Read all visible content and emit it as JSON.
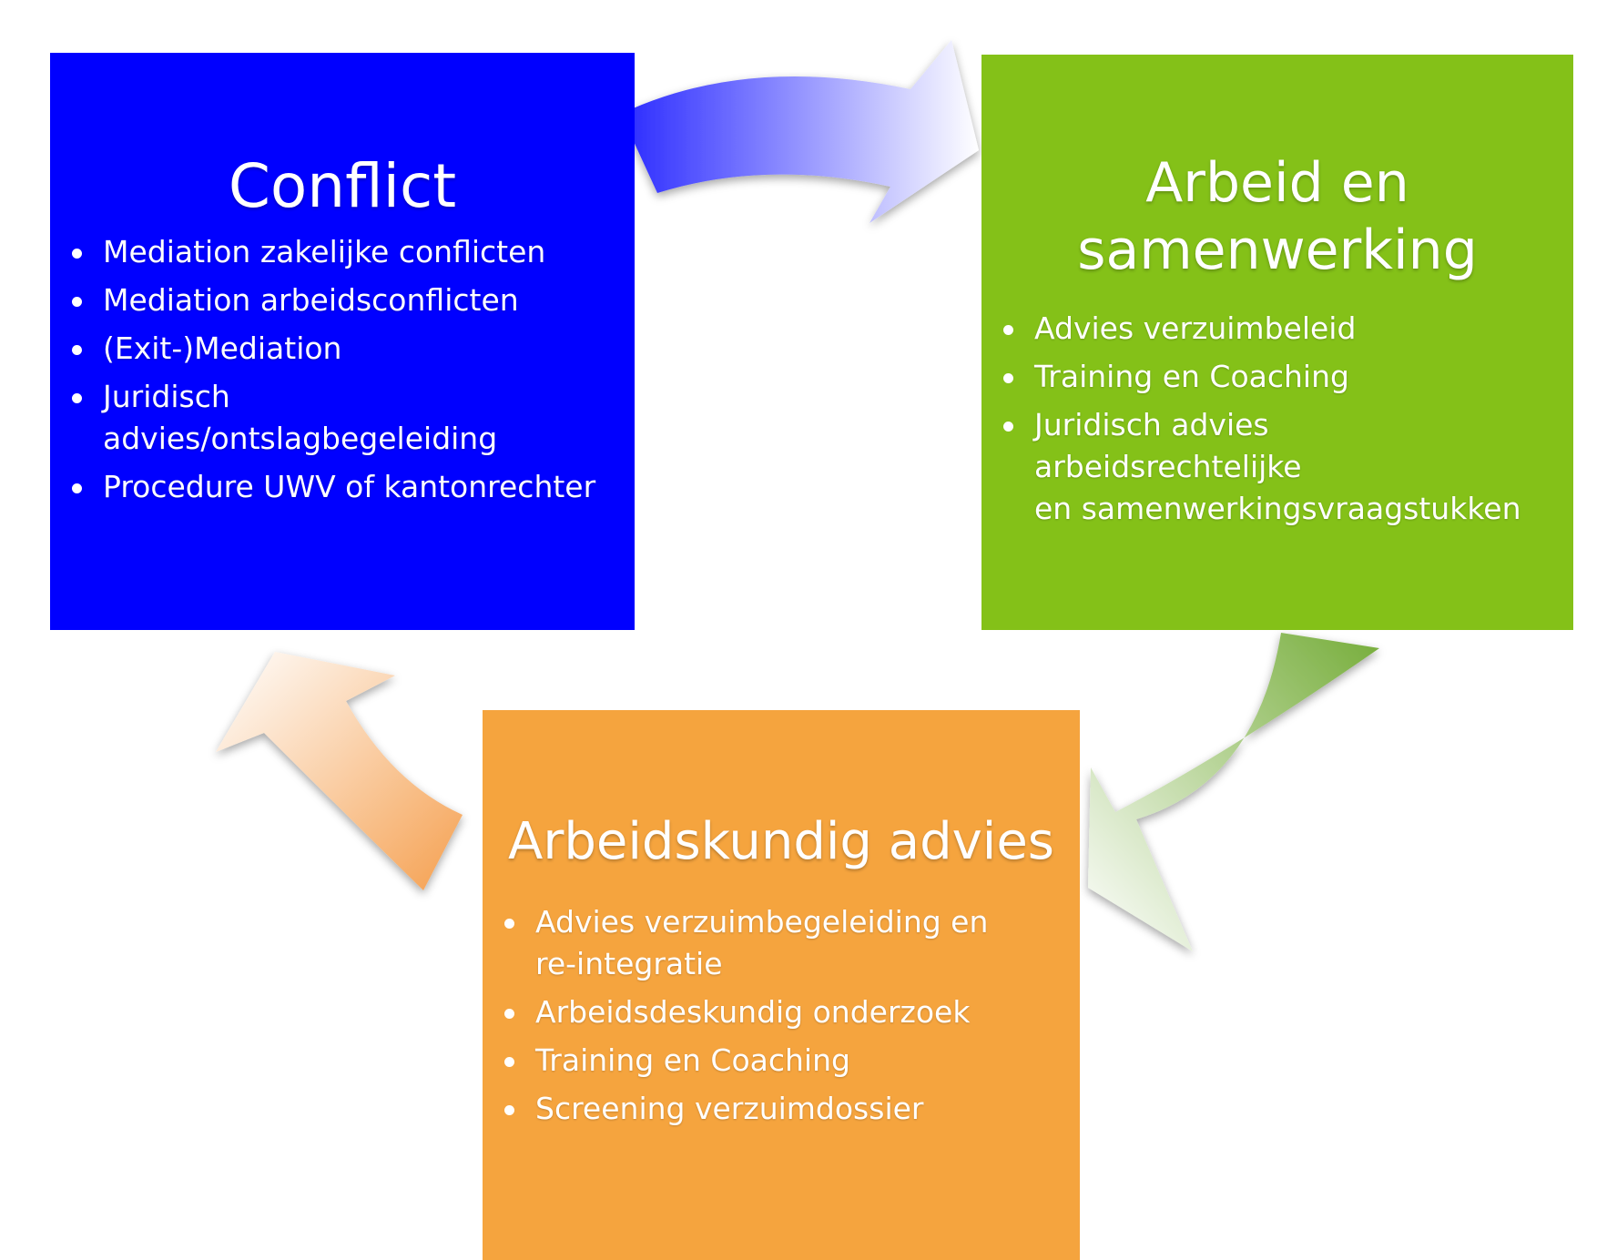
{
  "boxes": {
    "conflict": {
      "title": "Conflict",
      "color": "#0000ff",
      "items": [
        "Mediation zakelijke conflicten",
        "Mediation arbeidsconflicten",
        "(Exit-)Mediation",
        "Juridisch\nadvies/ontslagbegeleiding",
        "Procedure UWV of kantonrechter"
      ]
    },
    "arbeid": {
      "title": "Arbeid en\nsamenwerking",
      "color": "#84c118",
      "items": [
        "Advies verzuimbeleid",
        "Training en Coaching",
        "Juridisch advies\narbeidsrechtelijke\nen samenwerkingsvraagstukken"
      ]
    },
    "advies": {
      "title": "Arbeidskundig advies",
      "color": "#f5a43e",
      "items": [
        "Advies verzuimbegeleiding en\nre-integratie",
        "Arbeidsdeskundig onderzoek",
        "Training en Coaching",
        "Screening verzuimdossier"
      ]
    }
  },
  "arrows": [
    {
      "from": "conflict",
      "to": "arbeid",
      "color": "#3333ff",
      "icon": "curved-arrow-right-icon"
    },
    {
      "from": "arbeid",
      "to": "advies",
      "color": "#7db040",
      "icon": "curved-arrow-down-left-icon"
    },
    {
      "from": "advies",
      "to": "conflict",
      "color": "#f5a050",
      "icon": "curved-arrow-up-left-icon"
    }
  ]
}
